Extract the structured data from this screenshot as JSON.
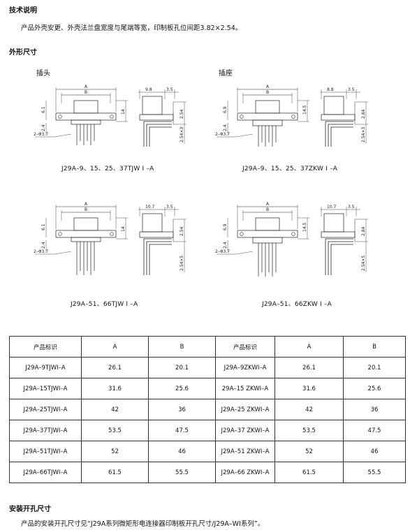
{
  "section1": {
    "title": "技术说明",
    "text": "产品外壳安更、外壳法兰盘宽度与尾端等宽，印制板孔位间距3.82×2.54。"
  },
  "section2": {
    "title": "外形尺寸",
    "plug_label": "插头",
    "socket_label": "插座"
  },
  "drawings": {
    "d1": {
      "caption": "J29A–9、15、25、37TJW I –A",
      "dims": {
        "A": "A",
        "B": "B",
        "w": "9.8",
        "p": "3.5",
        "h1": "6.1",
        "h2": "14",
        "v1": "2.54",
        "v2": "2.54×3",
        "g": "2.4",
        "hole": "2–Φ3.7"
      }
    },
    "d2": {
      "caption": "J29A–9、15、25、37ZKW I –A",
      "dims": {
        "A": "A",
        "B": "B",
        "w": "8.8",
        "p": "3.5",
        "h1": "6.9",
        "h2": "14.5",
        "v1": "2.84",
        "v2": "2.54×3",
        "g": "2.4",
        "hole": "2–Φ3.7"
      }
    },
    "d3": {
      "caption": "J29A–51、66TJW I –A",
      "dims": {
        "A": "A",
        "B": "B",
        "w": "10.7",
        "p": "3.5",
        "h1": "6.1",
        "h2": "14",
        "v1": "2.54",
        "v2": "2.54×5",
        "g": "2.4",
        "hole": "2–Φ3.7"
      }
    },
    "d4": {
      "caption": "J29A–51、66ZKW I –A",
      "dims": {
        "A": "A",
        "B": "B",
        "w": "10.7",
        "p": "3.5",
        "h1": "6.9",
        "h2": "14.5",
        "v1": "2.84",
        "v2": "2.54×5",
        "g": "2.4",
        "hole": "2–Φ3.7"
      }
    }
  },
  "table": {
    "headers": [
      "产品标识",
      "A",
      "B",
      "产品标识",
      "A",
      "B"
    ],
    "rows": [
      [
        "J29A–9TJWI–A",
        "26.1",
        "20.1",
        "J29A–9ZKWI–A",
        "26.1",
        "20.1"
      ],
      [
        "J29A–15TJWI–A",
        "31.6",
        "25.6",
        "29A–15 ZKWI–A",
        "31.6",
        "25.6"
      ],
      [
        "J29A–25TJWI–A",
        "42",
        "36",
        "J29A–25 ZKWI–A",
        "42",
        "36"
      ],
      [
        "J29A–37TJWI–A",
        "53.5",
        "47.5",
        "J29A–37 ZKWI–A",
        "53.5",
        "47.5"
      ],
      [
        "J29A–51TJWI–A",
        "52",
        "46",
        "J29A–51 ZKWI–A",
        "52",
        "46"
      ],
      [
        "J29A–66TJWI–A",
        "61.5",
        "55.5",
        "J29A–66 ZKWI–A",
        "61.5",
        "55.5"
      ]
    ]
  },
  "section3": {
    "title": "安装开孔尺寸",
    "text": "产品的安装开孔尺寸见“J29A系列微矩形电连接器印制板开孔尺寸/J29A–WI系列”。"
  }
}
